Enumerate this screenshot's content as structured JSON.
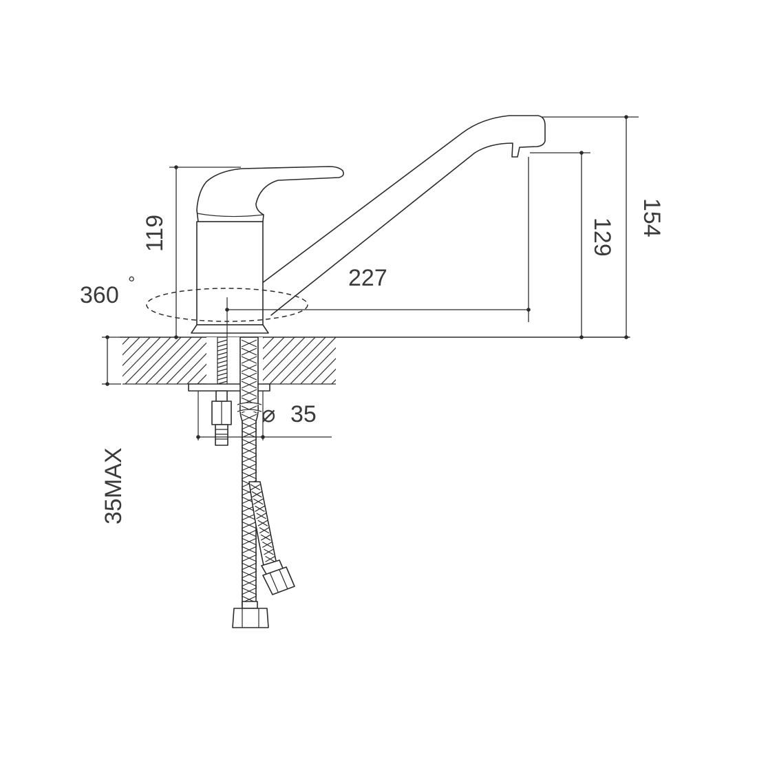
{
  "labels": {
    "dim_119": "119",
    "dim_360": "360",
    "degree": "°",
    "dim_227": "227",
    "dim_129": "129",
    "dim_154": "154",
    "dim_35": "35",
    "diameter_symbol": "⌀",
    "dim_35max": "35MAX"
  },
  "colors": {
    "line": "#2a2a2a",
    "text": "#3a3a3a",
    "background": "#ffffff"
  }
}
